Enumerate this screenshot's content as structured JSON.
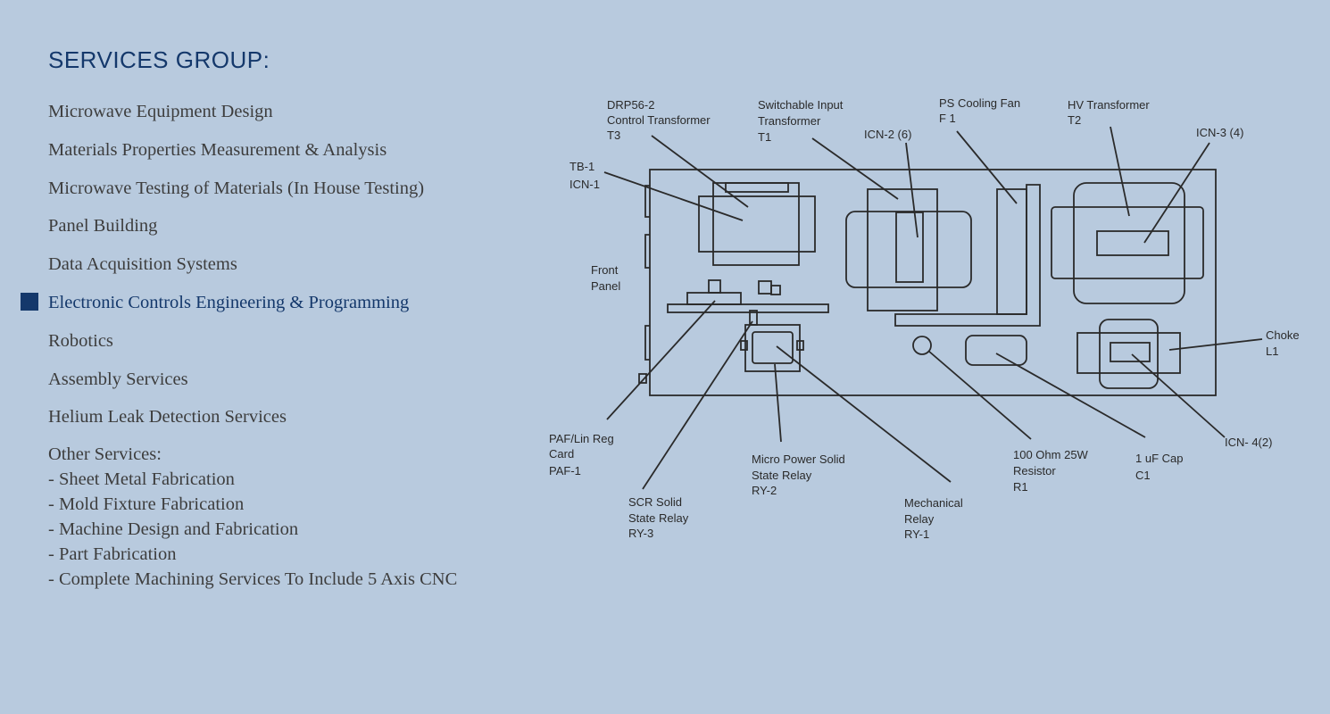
{
  "heading": "SERVICES GROUP:",
  "menu": {
    "items": [
      "Microwave Equipment Design",
      "Materials Properties Measurement & Analysis",
      "Microwave Testing of Materials (In House Testing)",
      "Panel Building",
      "Data Acquisition Systems",
      "Electronic Controls Engineering & Programming",
      "Robotics",
      "Assembly Services",
      "Helium Leak Detection Services"
    ],
    "active_item": "Electronic Controls Engineering & Programming",
    "other_heading": "Other Services:",
    "other_items": [
      "- Sheet Metal Fabrication",
      "- Mold Fixture Fabrication",
      "- Machine Design and Fabrication",
      "- Part Fabrication",
      "- Complete Machining Services To Include 5 Axis CNC"
    ]
  },
  "colors": {
    "background": "#b8cade",
    "accent": "#14386b",
    "text": "#3d3d3d"
  },
  "diagram": {
    "labels": {
      "drp56": [
        "DRP56-2",
        "Control Transformer",
        "T3"
      ],
      "switchable": [
        "Switchable Input",
        "Transformer",
        "T1"
      ],
      "icn2": [
        "ICN-2 (6)"
      ],
      "fan": [
        "PS Cooling Fan",
        "F 1"
      ],
      "hv": [
        "HV Transformer",
        "T2"
      ],
      "icn3": [
        "ICN-3 (4)"
      ],
      "tb1": [
        "TB-1",
        "ICN-1"
      ],
      "front": [
        "Front",
        "Panel"
      ],
      "choke": [
        "Choke",
        "L1"
      ],
      "paf": [
        "PAF/Lin Reg",
        "Card",
        "PAF-1"
      ],
      "scr": [
        "SCR Solid",
        "State Relay",
        "RY-3"
      ],
      "micro": [
        "Micro Power Solid",
        "State Relay",
        "RY-2"
      ],
      "mech": [
        "Mechanical",
        "Relay",
        "RY-1"
      ],
      "resistor": [
        "100 Ohm 25W",
        "Resistor",
        "R1"
      ],
      "cap": [
        "1 uF Cap",
        "C1"
      ],
      "icn4": [
        "ICN- 4(2)"
      ]
    }
  }
}
